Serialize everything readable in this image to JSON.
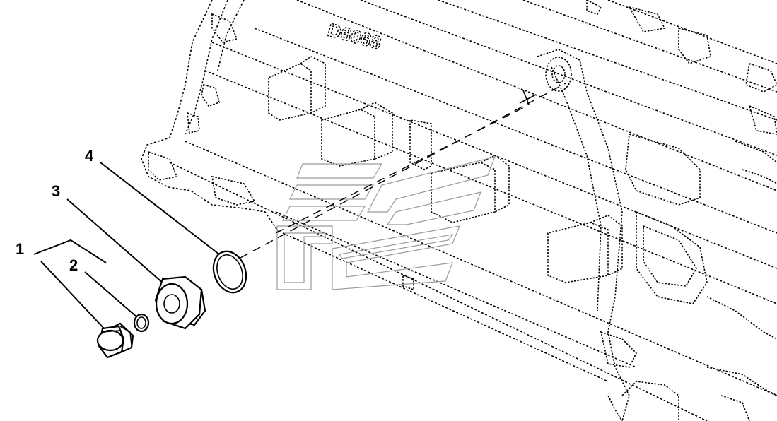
{
  "diagram": {
    "callouts": [
      {
        "id": "1",
        "label": "1"
      },
      {
        "id": "2",
        "label": "2"
      },
      {
        "id": "3",
        "label": "3"
      },
      {
        "id": "4",
        "label": "4"
      }
    ],
    "parts": [
      {
        "callout": "1",
        "part": "plug"
      },
      {
        "callout": "2",
        "part": "small-o-ring"
      },
      {
        "callout": "3",
        "part": "hex-adapter"
      },
      {
        "callout": "4",
        "part": "large-o-ring"
      }
    ],
    "logo_text": "D6068",
    "watermark": "watermark-logo-icon",
    "colors": {
      "ink": "#000000",
      "watermark": "#9a9a9a",
      "background": "#ffffff"
    }
  }
}
